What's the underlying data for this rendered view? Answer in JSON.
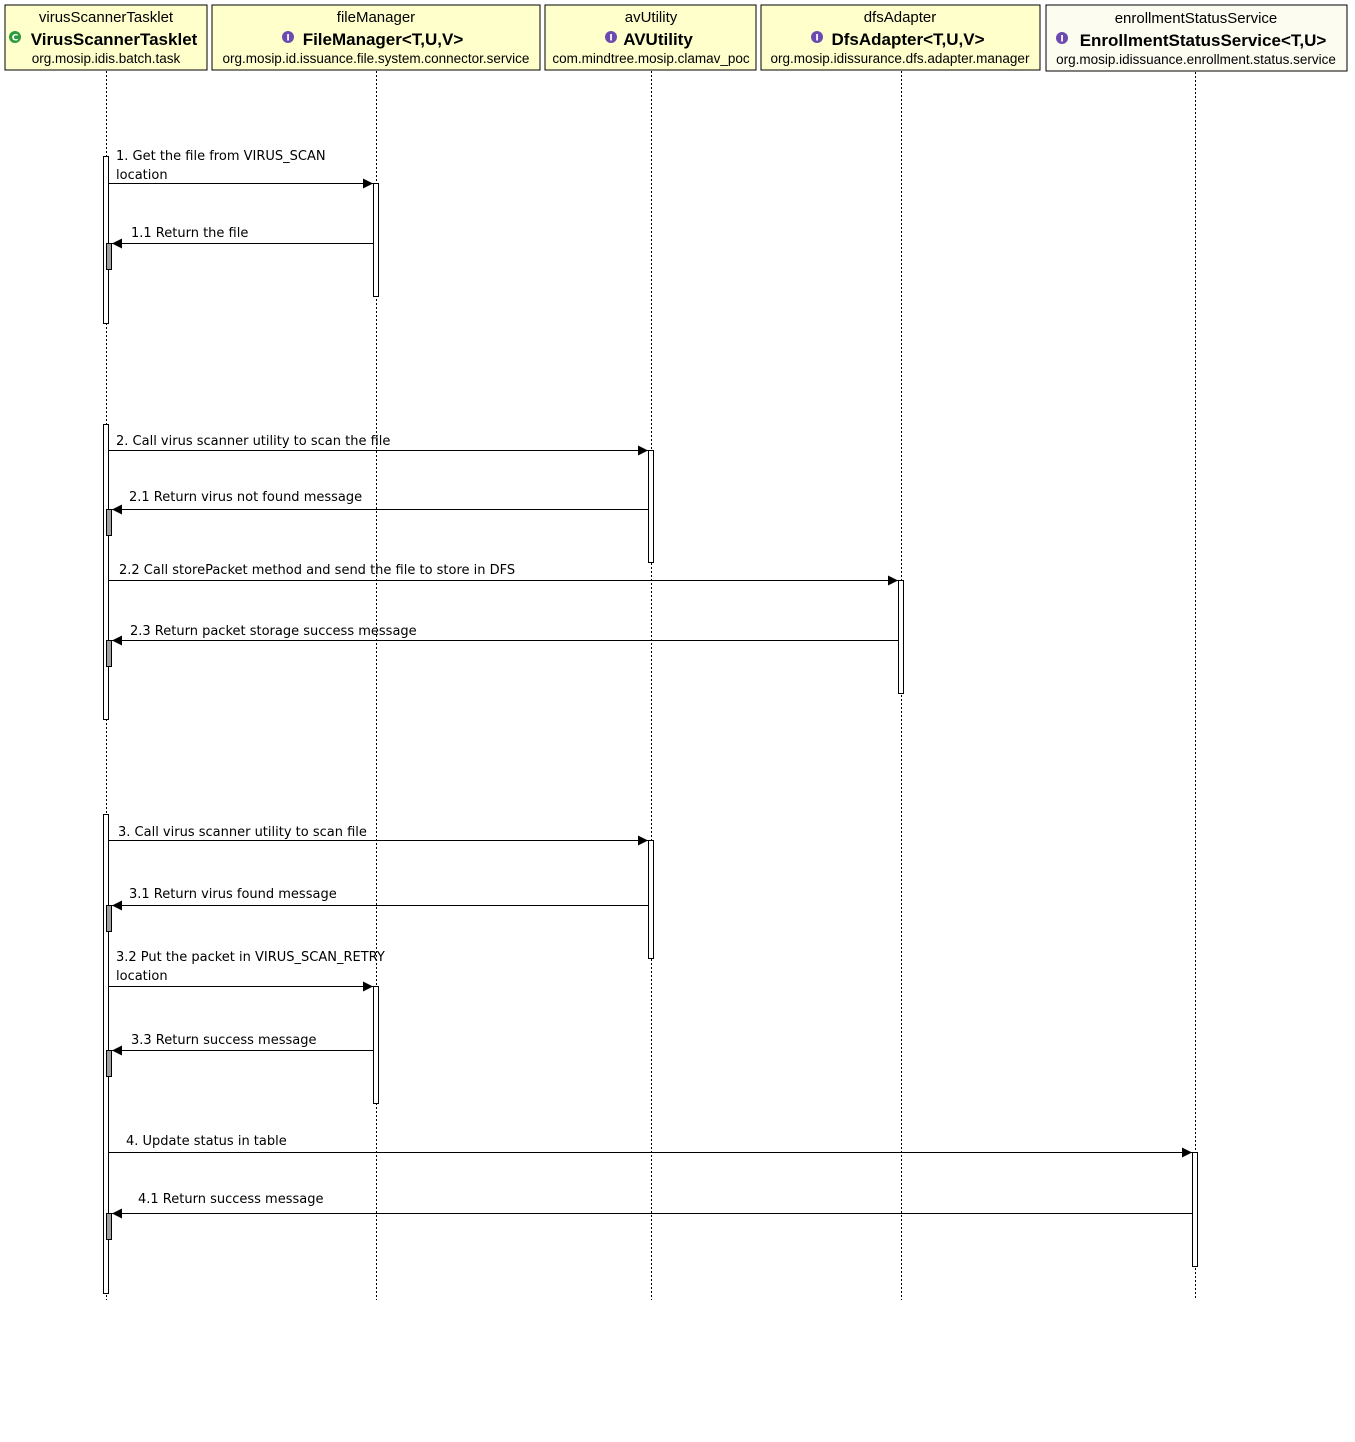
{
  "colors": {
    "header_yellow": "#ffffcc",
    "header_service": "#fcfcf0",
    "badge_class": "#2e9a3e",
    "badge_interface": "#6c4bb0",
    "activation_fill": "#ffffff",
    "self_activation_fill": "#a0a0a0"
  },
  "lifelines": [
    {
      "instance": "virusScannerTasklet",
      "class": "VirusScannerTasklet",
      "package": "org.mosip.idis.batch.task",
      "badge": "C",
      "badge_icon": "class-icon"
    },
    {
      "instance": "fileManager",
      "class": "FileManager<T,U,V>",
      "package": "org.mosip.id.issuance.file.system.connector.service",
      "badge": "I",
      "badge_icon": "interface-icon"
    },
    {
      "instance": "avUtility",
      "class": "AVUtility",
      "package": "com.mindtree.mosip.clamav_poc",
      "badge": "I",
      "badge_icon": "interface-icon"
    },
    {
      "instance": "dfsAdapter",
      "class": "DfsAdapter<T,U,V>",
      "package": "org.mosip.idissurance.dfs.adapter.manager",
      "badge": "I",
      "badge_icon": "interface-icon"
    },
    {
      "instance": "enrollmentStatusService",
      "class": "EnrollmentStatusService<T,U>",
      "package": "org.mosip.idissuance.enrollment.status.service",
      "badge": "I",
      "badge_icon": "interface-icon"
    }
  ],
  "messages": [
    {
      "label": "1. Get the file from VIRUS_SCAN",
      "label2": "location",
      "from": 0,
      "to": 1,
      "kind": "call"
    },
    {
      "label": "1.1 Return the file",
      "from": 1,
      "to": 0,
      "kind": "return"
    },
    {
      "label": "2. Call virus scanner utility to scan the file",
      "from": 0,
      "to": 2,
      "kind": "call"
    },
    {
      "label": "2.1 Return virus not found message",
      "from": 2,
      "to": 0,
      "kind": "return"
    },
    {
      "label": "2.2 Call storePacket method and send the file to store in DFS",
      "from": 0,
      "to": 3,
      "kind": "call"
    },
    {
      "label": "2.3 Return packet storage success message",
      "from": 3,
      "to": 0,
      "kind": "return"
    },
    {
      "label": "3. Call virus scanner utility to scan file",
      "from": 0,
      "to": 2,
      "kind": "call"
    },
    {
      "label": "3.1 Return virus found message",
      "from": 2,
      "to": 0,
      "kind": "return"
    },
    {
      "label": "3.2 Put the packet in VIRUS_SCAN_RETRY",
      "label2": "location",
      "from": 0,
      "to": 1,
      "kind": "call"
    },
    {
      "label": "3.3 Return success message",
      "from": 1,
      "to": 0,
      "kind": "return"
    },
    {
      "label": "4. Update status in table",
      "from": 0,
      "to": 4,
      "kind": "call"
    },
    {
      "label": "4.1 Return success message",
      "from": 4,
      "to": 0,
      "kind": "return"
    }
  ]
}
